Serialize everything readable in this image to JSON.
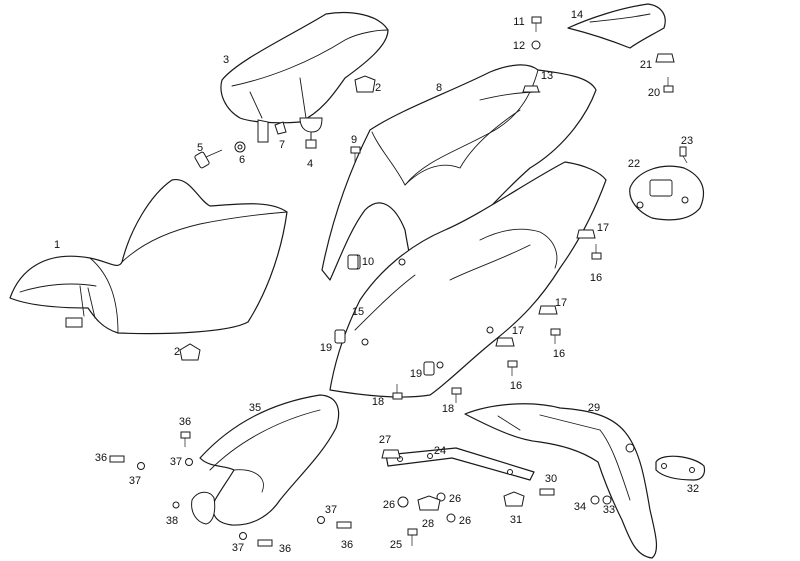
{
  "callouts": [
    {
      "id": "c1",
      "text": "1"
    },
    {
      "id": "c2a",
      "text": "2"
    },
    {
      "id": "c2b",
      "text": "2"
    },
    {
      "id": "c3",
      "text": "3"
    },
    {
      "id": "c4",
      "text": "4"
    },
    {
      "id": "c5",
      "text": "5"
    },
    {
      "id": "c6",
      "text": "6"
    },
    {
      "id": "c7",
      "text": "7"
    },
    {
      "id": "c8",
      "text": "8"
    },
    {
      "id": "c9",
      "text": "9"
    },
    {
      "id": "c10",
      "text": "10"
    },
    {
      "id": "c11",
      "text": "11"
    },
    {
      "id": "c12",
      "text": "12"
    },
    {
      "id": "c13",
      "text": "13"
    },
    {
      "id": "c14",
      "text": "14"
    },
    {
      "id": "c15",
      "text": "15"
    },
    {
      "id": "c16a",
      "text": "16"
    },
    {
      "id": "c16b",
      "text": "16"
    },
    {
      "id": "c16c",
      "text": "16"
    },
    {
      "id": "c17a",
      "text": "17"
    },
    {
      "id": "c17b",
      "text": "17"
    },
    {
      "id": "c17c",
      "text": "17"
    },
    {
      "id": "c18a",
      "text": "18"
    },
    {
      "id": "c18b",
      "text": "18"
    },
    {
      "id": "c19a",
      "text": "19"
    },
    {
      "id": "c19b",
      "text": "19"
    },
    {
      "id": "c20",
      "text": "20"
    },
    {
      "id": "c21",
      "text": "21"
    },
    {
      "id": "c22",
      "text": "22"
    },
    {
      "id": "c23",
      "text": "23"
    },
    {
      "id": "c24",
      "text": "24"
    },
    {
      "id": "c25",
      "text": "25"
    },
    {
      "id": "c26a",
      "text": "26"
    },
    {
      "id": "c26b",
      "text": "26"
    },
    {
      "id": "c26c",
      "text": "26"
    },
    {
      "id": "c27",
      "text": "27"
    },
    {
      "id": "c28",
      "text": "28"
    },
    {
      "id": "c29",
      "text": "29"
    },
    {
      "id": "c30",
      "text": "30"
    },
    {
      "id": "c31",
      "text": "31"
    },
    {
      "id": "c32",
      "text": "32"
    },
    {
      "id": "c33",
      "text": "33"
    },
    {
      "id": "c34",
      "text": "34"
    },
    {
      "id": "c35",
      "text": "35"
    },
    {
      "id": "c36a",
      "text": "36"
    },
    {
      "id": "c36b",
      "text": "36"
    },
    {
      "id": "c36c",
      "text": "36"
    },
    {
      "id": "c36d",
      "text": "36"
    },
    {
      "id": "c37a",
      "text": "37"
    },
    {
      "id": "c37b",
      "text": "37"
    },
    {
      "id": "c37c",
      "text": "37"
    },
    {
      "id": "c37d",
      "text": "37"
    },
    {
      "id": "c38",
      "text": "38"
    }
  ],
  "colors": {
    "line": "#1a1a1a",
    "background": "#ffffff"
  }
}
